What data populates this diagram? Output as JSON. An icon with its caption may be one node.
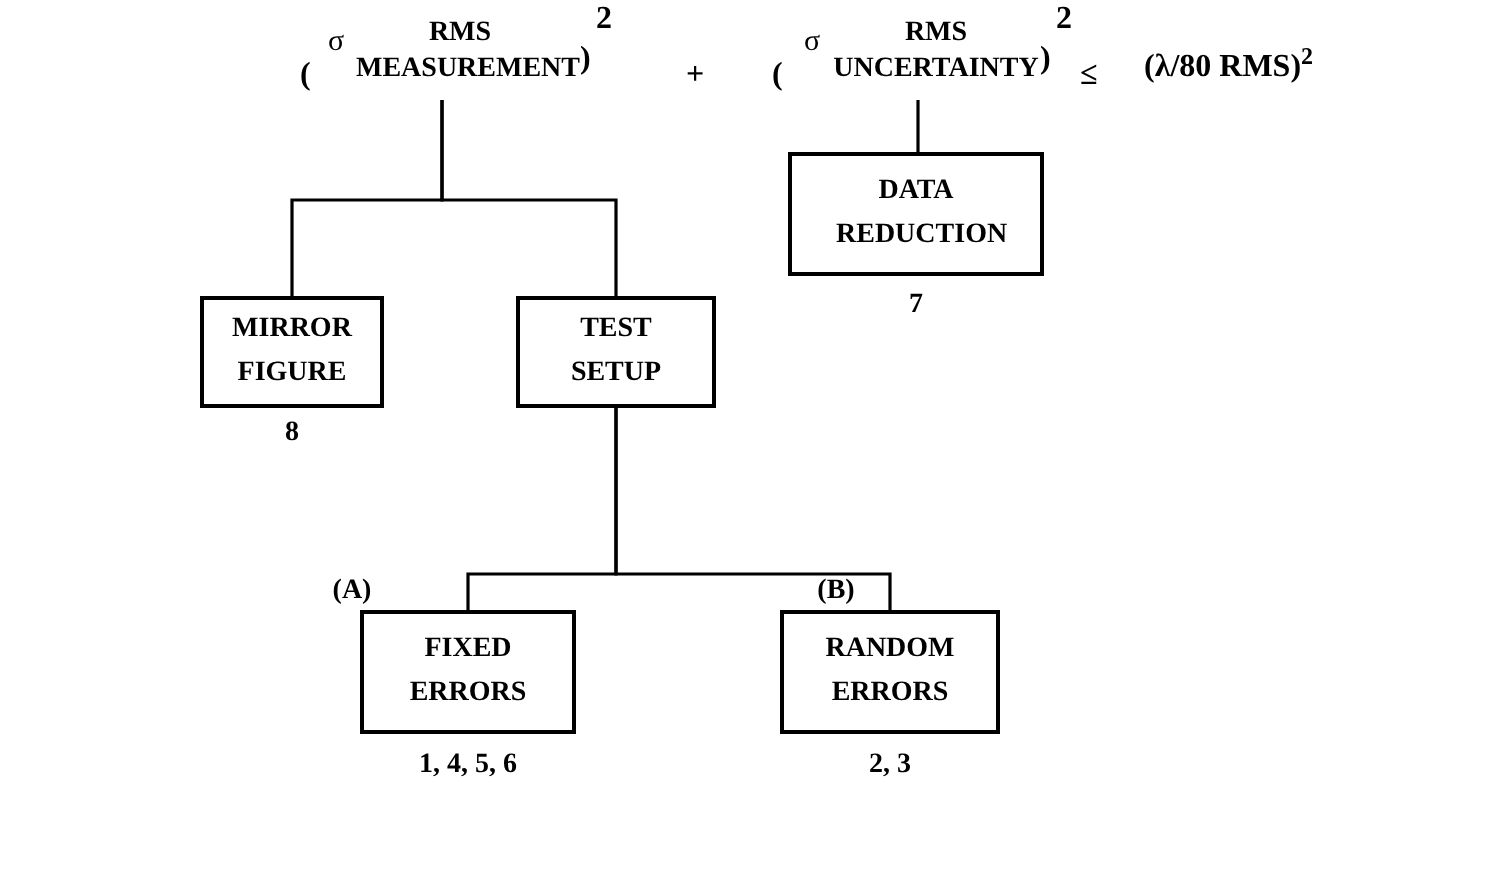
{
  "diagram": {
    "nodes": [
      {
        "text": [
          "σ",
          "RMS MEASUREMENT"
        ]
      },
      {
        "text": [
          "σ",
          "RMS UNCERTAINTY"
        ]
      },
      {
        "text": [
          "MIRROR FIGURE"
        ],
        "beside": [
          "8"
        ]
      },
      {
        "text": [
          "TEST SETUP"
        ]
      },
      {
        "text": [
          "DATA REDUCTION"
        ],
        "beside": [
          "7"
        ]
      },
      {
        "text": [
          "FIXED ERRORS"
        ],
        "beside": [
          "(A)",
          "1, 4, 5, 6"
        ]
      },
      {
        "text": [
          "RANDOM ERRORS"
        ],
        "beside": [
          "(B)",
          "2, 3"
        ]
      }
    ],
    "edges": [
      {
        "from": 0,
        "to": 2,
        "arrow": "none"
      },
      {
        "from": 0,
        "to": 3,
        "arrow": "none"
      },
      {
        "from": 1,
        "to": 4,
        "arrow": "none"
      },
      {
        "from": 3,
        "to": 5,
        "arrow": "none"
      },
      {
        "from": 3,
        "to": 6,
        "arrow": "none"
      }
    ],
    "labels": [
      "(",
      ")",
      "2",
      "+",
      "(",
      ")",
      "2",
      "≤",
      "(λ/80 RMS)$^{2}$"
    ]
  }
}
